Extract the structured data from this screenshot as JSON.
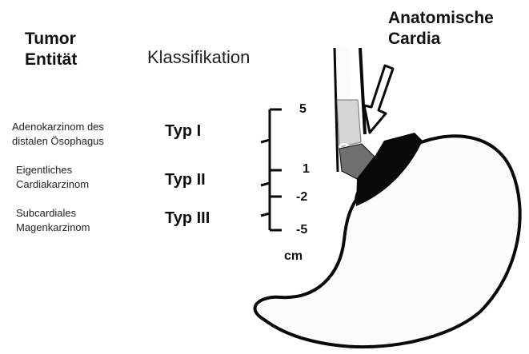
{
  "header": {
    "tumor_entity_line1": "Tumor",
    "tumor_entity_line2": "Entität",
    "classification": "Klassifikation",
    "anatomic_cardia_line1": "Anatomische",
    "anatomic_cardia_line2": "Cardia"
  },
  "entities": [
    {
      "line1": "Adenokarzinom des",
      "line2": "distalen Ösophagus",
      "type": "Typ I"
    },
    {
      "line1": "Eigentliches",
      "line2": "Cardiakarzinom",
      "type": "Typ II"
    },
    {
      "line1": "Subcardiales",
      "line2": "Magenkarzinom",
      "type": "Typ III"
    }
  ],
  "scale": {
    "marks": [
      "5",
      "1",
      "-2",
      "-5"
    ],
    "unit": "cm"
  },
  "colors": {
    "ink": "#111111",
    "tumor_dark": "#0a0a0a",
    "tumor_gray": "#6f6f6f",
    "tumor_light": "#d6d6d6"
  }
}
